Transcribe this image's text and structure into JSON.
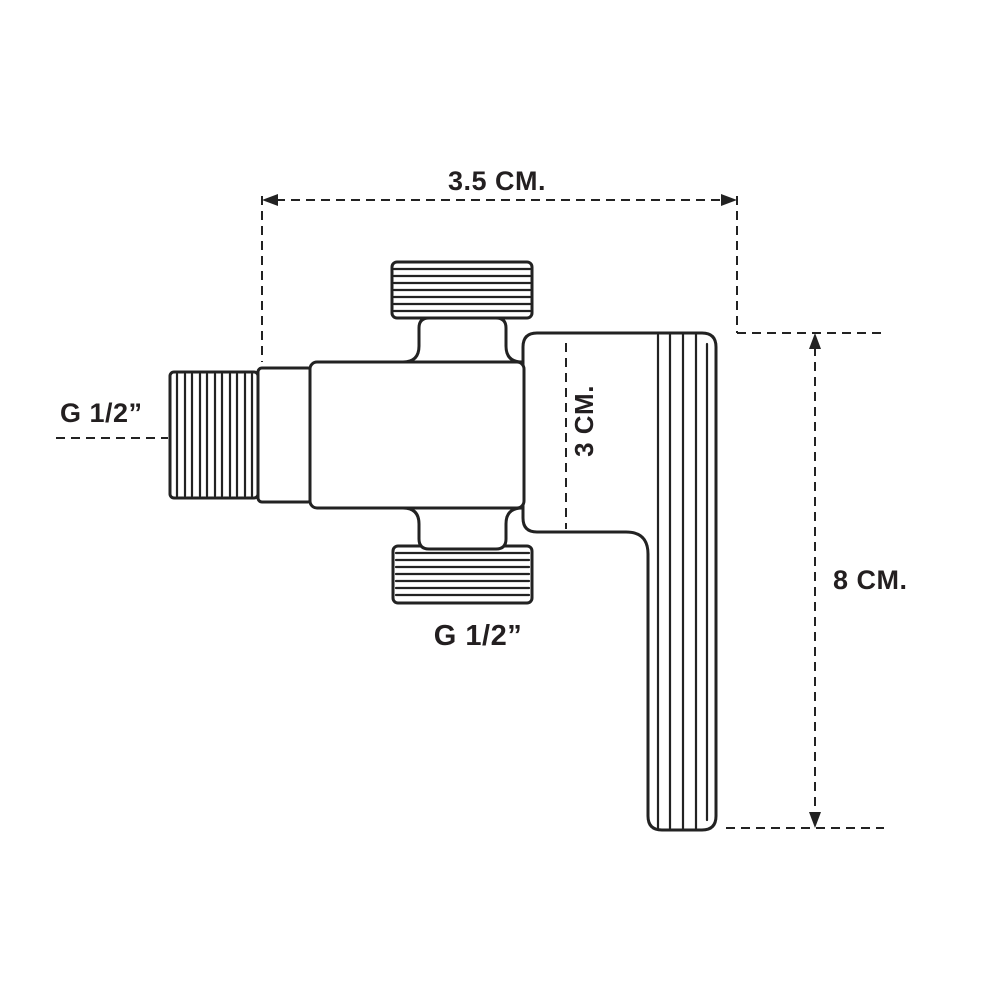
{
  "figure": {
    "type": "technical-diagram",
    "subject": "two-way angle valve dimension drawing",
    "background": "#ffffff",
    "line_color": "#222222",
    "labels": {
      "width_dim": "3.5 CM.",
      "height_dim": "8 CM.",
      "depth_dim": "3 CM.",
      "inlet_thread": "G 1/2”",
      "outlet_thread": "G 1/2”"
    }
  }
}
